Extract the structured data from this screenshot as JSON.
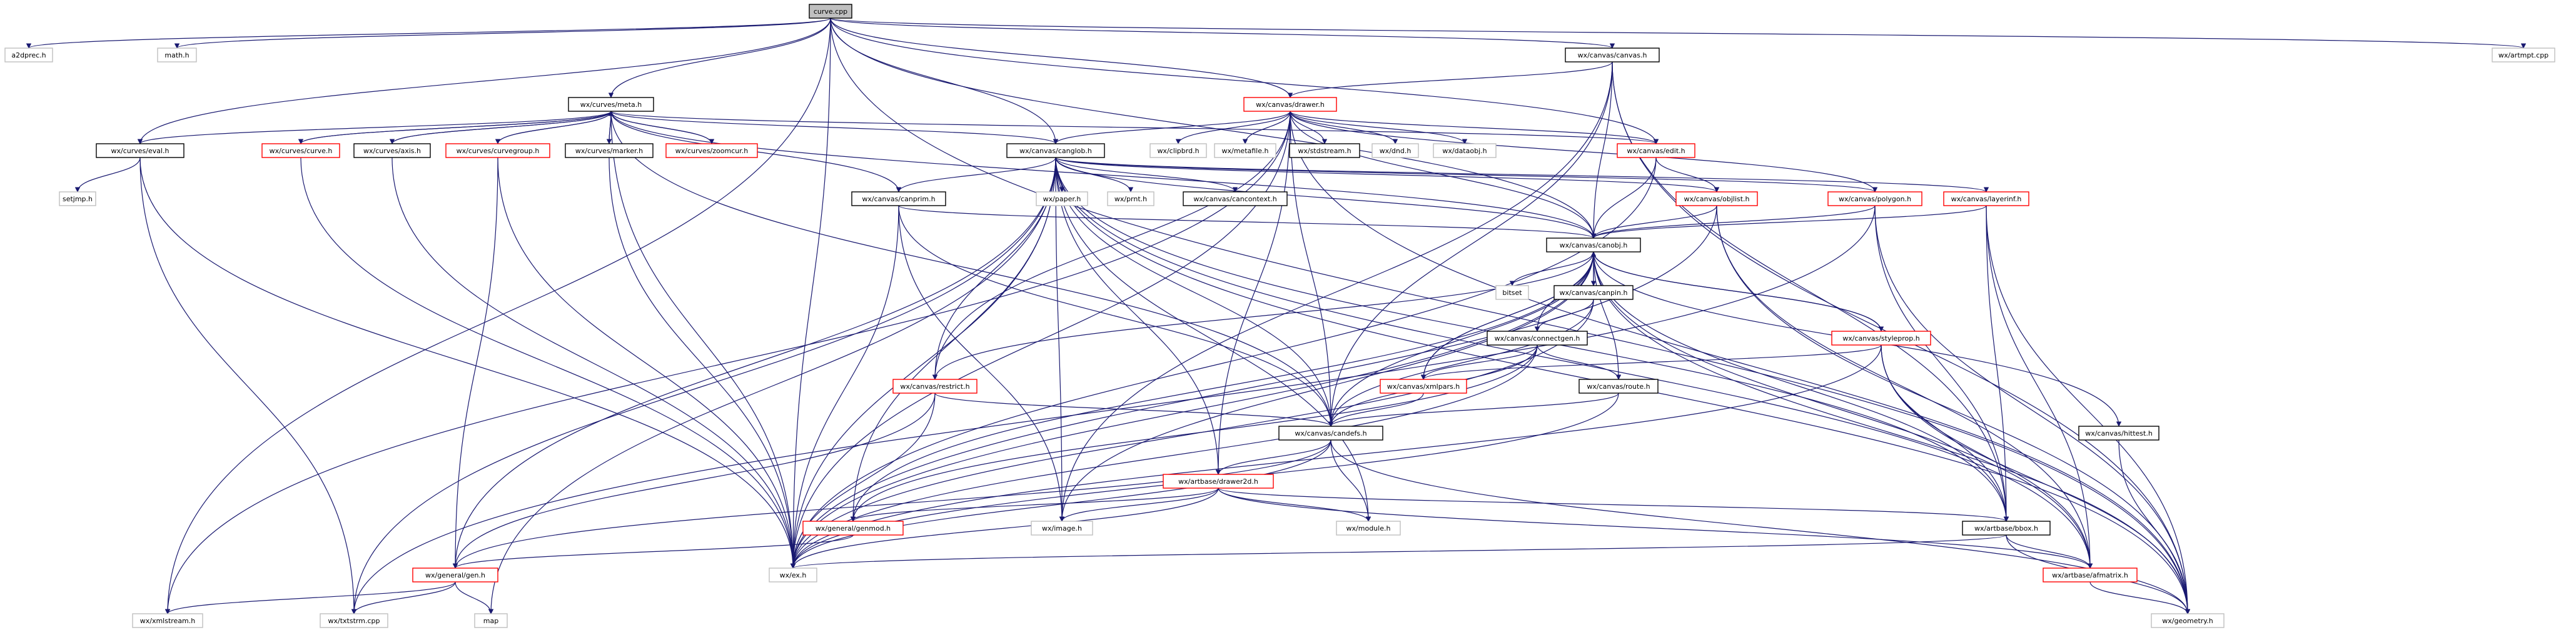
{
  "colors": {
    "edge": "#191970",
    "edge_inherit": "#8b1a1a",
    "node_border_black": "#000000",
    "node_border_red": "#ff0000",
    "node_border_none": "#bfbfbf",
    "root_fill": "#bfbfbf"
  },
  "nodes": [
    {
      "id": "n0",
      "label": "curve.cpp",
      "style": "root"
    },
    {
      "id": "n1",
      "label": "a2dprec.h",
      "style": "none"
    },
    {
      "id": "n2",
      "label": "math.h",
      "style": "none"
    },
    {
      "id": "n3",
      "label": "wx/canvas/canvas.h",
      "style": "black"
    },
    {
      "id": "n4",
      "label": "wx/artmpt.cpp",
      "style": "none"
    },
    {
      "id": "n5",
      "label": "wx/curves/meta.h",
      "style": "black"
    },
    {
      "id": "n6",
      "label": "wx/canvas/drawer.h",
      "style": "red"
    },
    {
      "id": "n7",
      "label": "wx/canvas/edit.h",
      "style": "red"
    },
    {
      "id": "n8",
      "label": "wx/curves/eval.h",
      "style": "black"
    },
    {
      "id": "n9",
      "label": "wx/curves/curve.h",
      "style": "red"
    },
    {
      "id": "n10",
      "label": "wx/curves/axis.h",
      "style": "black"
    },
    {
      "id": "n11",
      "label": "wx/curves/curvegroup.h",
      "style": "red"
    },
    {
      "id": "n12",
      "label": "wx/curves/marker.h",
      "style": "black"
    },
    {
      "id": "n13",
      "label": "wx/curves/zoomcur.h",
      "style": "red"
    },
    {
      "id": "n14",
      "label": "wx/canvas/canglob.h",
      "style": "black"
    },
    {
      "id": "n15",
      "label": "wx/clipbrd.h",
      "style": "none"
    },
    {
      "id": "n16",
      "label": "wx/metafile.h",
      "style": "none"
    },
    {
      "id": "n17",
      "label": "wx/stdstream.h",
      "style": "black"
    },
    {
      "id": "n18",
      "label": "wx/dnd.h",
      "style": "none"
    },
    {
      "id": "n19",
      "label": "wx/dataobj.h",
      "style": "none"
    },
    {
      "id": "n20",
      "label": "setjmp.h",
      "style": "none"
    },
    {
      "id": "n21",
      "label": "wx/canvas/canprim.h",
      "style": "black"
    },
    {
      "id": "n22",
      "label": "wx/paper.h",
      "style": "none"
    },
    {
      "id": "n23",
      "label": "wx/prnt.h",
      "style": "none"
    },
    {
      "id": "n24",
      "label": "wx/canvas/cancontext.h",
      "style": "black"
    },
    {
      "id": "n25",
      "label": "wx/canvas/objlist.h",
      "style": "red"
    },
    {
      "id": "n26",
      "label": "wx/canvas/polygon.h",
      "style": "red"
    },
    {
      "id": "n27",
      "label": "wx/canvas/layerinf.h",
      "style": "red"
    },
    {
      "id": "n28",
      "label": "wx/canvas/canobj.h",
      "style": "black"
    },
    {
      "id": "n29",
      "label": "bitset",
      "style": "none"
    },
    {
      "id": "n30",
      "label": "wx/canvas/canpin.h",
      "style": "black"
    },
    {
      "id": "n31",
      "label": "wx/canvas/connectgen.h",
      "style": "black"
    },
    {
      "id": "n32",
      "label": "wx/canvas/styleprop.h",
      "style": "red"
    },
    {
      "id": "n33",
      "label": "wx/canvas/restrict.h",
      "style": "red"
    },
    {
      "id": "n34",
      "label": "wx/canvas/xmlpars.h",
      "style": "red"
    },
    {
      "id": "n35",
      "label": "wx/canvas/route.h",
      "style": "black"
    },
    {
      "id": "n36",
      "label": "wx/canvas/candefs.h",
      "style": "black"
    },
    {
      "id": "n37",
      "label": "wx/canvas/hittest.h",
      "style": "black"
    },
    {
      "id": "n38",
      "label": "wx/artbase/drawer2d.h",
      "style": "red"
    },
    {
      "id": "n39",
      "label": "wx/general/genmod.h",
      "style": "red"
    },
    {
      "id": "n40",
      "label": "wx/image.h",
      "style": "none"
    },
    {
      "id": "n41",
      "label": "wx/module.h",
      "style": "none"
    },
    {
      "id": "n42",
      "label": "wx/artbase/bbox.h",
      "style": "black"
    },
    {
      "id": "n43",
      "label": "wx/general/gen.h",
      "style": "red"
    },
    {
      "id": "n44",
      "label": "wx/ex.h",
      "style": "none"
    },
    {
      "id": "n45",
      "label": "wx/artbase/afmatrix.h",
      "style": "red"
    },
    {
      "id": "n46",
      "label": "wx/xmlstream.h",
      "style": "none"
    },
    {
      "id": "n47",
      "label": "wx/txtstrm.cpp",
      "style": "none"
    },
    {
      "id": "n48",
      "label": "map",
      "style": "none"
    },
    {
      "id": "n49",
      "label": "wx/geometry.h",
      "style": "none"
    }
  ],
  "edges": [
    [
      "n0",
      "n1"
    ],
    [
      "n0",
      "n2"
    ],
    [
      "n0",
      "n3"
    ],
    [
      "n0",
      "n4"
    ],
    [
      "n0",
      "n5"
    ],
    [
      "n0",
      "n6"
    ],
    [
      "n0",
      "n7"
    ],
    [
      "n0",
      "n8"
    ],
    [
      "n0",
      "n14"
    ],
    [
      "n0",
      "n28"
    ],
    [
      "n0",
      "n44"
    ],
    [
      "n0",
      "n46"
    ],
    [
      "n0",
      "n49"
    ],
    [
      "n3",
      "n6"
    ],
    [
      "n3",
      "n28"
    ],
    [
      "n3",
      "n36"
    ],
    [
      "n3",
      "n42"
    ],
    [
      "n3",
      "n49"
    ],
    [
      "n3",
      "n40"
    ],
    [
      "n5",
      "n8"
    ],
    [
      "n5",
      "n9"
    ],
    [
      "n5",
      "n10"
    ],
    [
      "n5",
      "n11"
    ],
    [
      "n5",
      "n12"
    ],
    [
      "n5",
      "n13"
    ],
    [
      "n5",
      "n14"
    ],
    [
      "n5",
      "n28"
    ],
    [
      "n5",
      "n7"
    ],
    [
      "n5",
      "n21"
    ],
    [
      "n5",
      "n44"
    ],
    [
      "n5",
      "n36"
    ],
    [
      "n9",
      "n5"
    ],
    [
      "n10",
      "n5"
    ],
    [
      "n11",
      "n5"
    ],
    [
      "n12",
      "n5"
    ],
    [
      "n13",
      "n5"
    ],
    [
      "n9",
      "n44"
    ],
    [
      "n10",
      "n44"
    ],
    [
      "n11",
      "n44"
    ],
    [
      "n12",
      "n44"
    ],
    [
      "n11",
      "n43"
    ],
    [
      "n6",
      "n14"
    ],
    [
      "n6",
      "n15"
    ],
    [
      "n6",
      "n16"
    ],
    [
      "n6",
      "n17"
    ],
    [
      "n6",
      "n18"
    ],
    [
      "n6",
      "n19"
    ],
    [
      "n6",
      "n7"
    ],
    [
      "n6",
      "n28"
    ],
    [
      "n6",
      "n38"
    ],
    [
      "n6",
      "n36"
    ],
    [
      "n6",
      "n44"
    ],
    [
      "n6",
      "n46"
    ],
    [
      "n6",
      "n33"
    ],
    [
      "n6",
      "n26"
    ],
    [
      "n6",
      "n49"
    ],
    [
      "n7",
      "n25"
    ],
    [
      "n7",
      "n28"
    ],
    [
      "n7",
      "n44"
    ],
    [
      "n8",
      "n20"
    ],
    [
      "n8",
      "n44"
    ],
    [
      "n8",
      "n47"
    ],
    [
      "n14",
      "n21"
    ],
    [
      "n14",
      "n22"
    ],
    [
      "n14",
      "n23"
    ],
    [
      "n14",
      "n24"
    ],
    [
      "n14",
      "n25"
    ],
    [
      "n14",
      "n26"
    ],
    [
      "n14",
      "n27"
    ],
    [
      "n14",
      "n28"
    ],
    [
      "n14",
      "n36"
    ],
    [
      "n14",
      "n44"
    ],
    [
      "n14",
      "n33"
    ],
    [
      "n14",
      "n38"
    ],
    [
      "n14",
      "n43"
    ],
    [
      "n14",
      "n42"
    ],
    [
      "n14",
      "n45"
    ],
    [
      "n14",
      "n40"
    ],
    [
      "n14",
      "n49"
    ],
    [
      "n14",
      "n39"
    ],
    [
      "n14",
      "n41"
    ],
    [
      "n14",
      "n48"
    ],
    [
      "n14",
      "n47"
    ],
    [
      "n21",
      "n28"
    ],
    [
      "n21",
      "n36"
    ],
    [
      "n21",
      "n40"
    ],
    [
      "n21",
      "n44"
    ],
    [
      "n25",
      "n28"
    ],
    [
      "n25",
      "n44"
    ],
    [
      "n25",
      "n45"
    ],
    [
      "n25",
      "n49"
    ],
    [
      "n26",
      "n28"
    ],
    [
      "n26",
      "n42"
    ],
    [
      "n26",
      "n49"
    ],
    [
      "n26",
      "n47"
    ],
    [
      "n27",
      "n28"
    ],
    [
      "n27",
      "n42"
    ],
    [
      "n27",
      "n45"
    ],
    [
      "n27",
      "n49"
    ],
    [
      "n28",
      "n29"
    ],
    [
      "n28",
      "n30"
    ],
    [
      "n28",
      "n31"
    ],
    [
      "n28",
      "n32"
    ],
    [
      "n28",
      "n33"
    ],
    [
      "n28",
      "n34"
    ],
    [
      "n28",
      "n35"
    ],
    [
      "n28",
      "n36"
    ],
    [
      "n28",
      "n37"
    ],
    [
      "n28",
      "n39"
    ],
    [
      "n28",
      "n40"
    ],
    [
      "n28",
      "n42"
    ],
    [
      "n28",
      "n44"
    ],
    [
      "n28",
      "n45"
    ],
    [
      "n28",
      "n49"
    ],
    [
      "n30",
      "n28"
    ],
    [
      "n30",
      "n31"
    ],
    [
      "n30",
      "n36"
    ],
    [
      "n30",
      "n44"
    ],
    [
      "n31",
      "n34"
    ],
    [
      "n31",
      "n35"
    ],
    [
      "n31",
      "n36"
    ],
    [
      "n31",
      "n44"
    ],
    [
      "n31",
      "n39"
    ],
    [
      "n32",
      "n28"
    ],
    [
      "n32",
      "n34"
    ],
    [
      "n32",
      "n42"
    ],
    [
      "n32",
      "n44"
    ],
    [
      "n32",
      "n45"
    ],
    [
      "n32",
      "n49"
    ],
    [
      "n33",
      "n36"
    ],
    [
      "n33",
      "n44"
    ],
    [
      "n33",
      "n43"
    ],
    [
      "n34",
      "n28"
    ],
    [
      "n34",
      "n36"
    ],
    [
      "n35",
      "n36"
    ],
    [
      "n35",
      "n44"
    ],
    [
      "n36",
      "n38"
    ],
    [
      "n36",
      "n41"
    ],
    [
      "n36",
      "n44"
    ],
    [
      "n36",
      "n49"
    ],
    [
      "n36",
      "n43"
    ],
    [
      "n37",
      "n49"
    ],
    [
      "n38",
      "n39"
    ],
    [
      "n38",
      "n40"
    ],
    [
      "n38",
      "n41"
    ],
    [
      "n38",
      "n42"
    ],
    [
      "n38",
      "n44"
    ],
    [
      "n38",
      "n45"
    ],
    [
      "n39",
      "n43"
    ],
    [
      "n42",
      "n44"
    ],
    [
      "n42",
      "n45"
    ],
    [
      "n42",
      "n49"
    ],
    [
      "n43",
      "n46"
    ],
    [
      "n43",
      "n47"
    ],
    [
      "n43",
      "n48"
    ],
    [
      "n45",
      "n49"
    ]
  ]
}
